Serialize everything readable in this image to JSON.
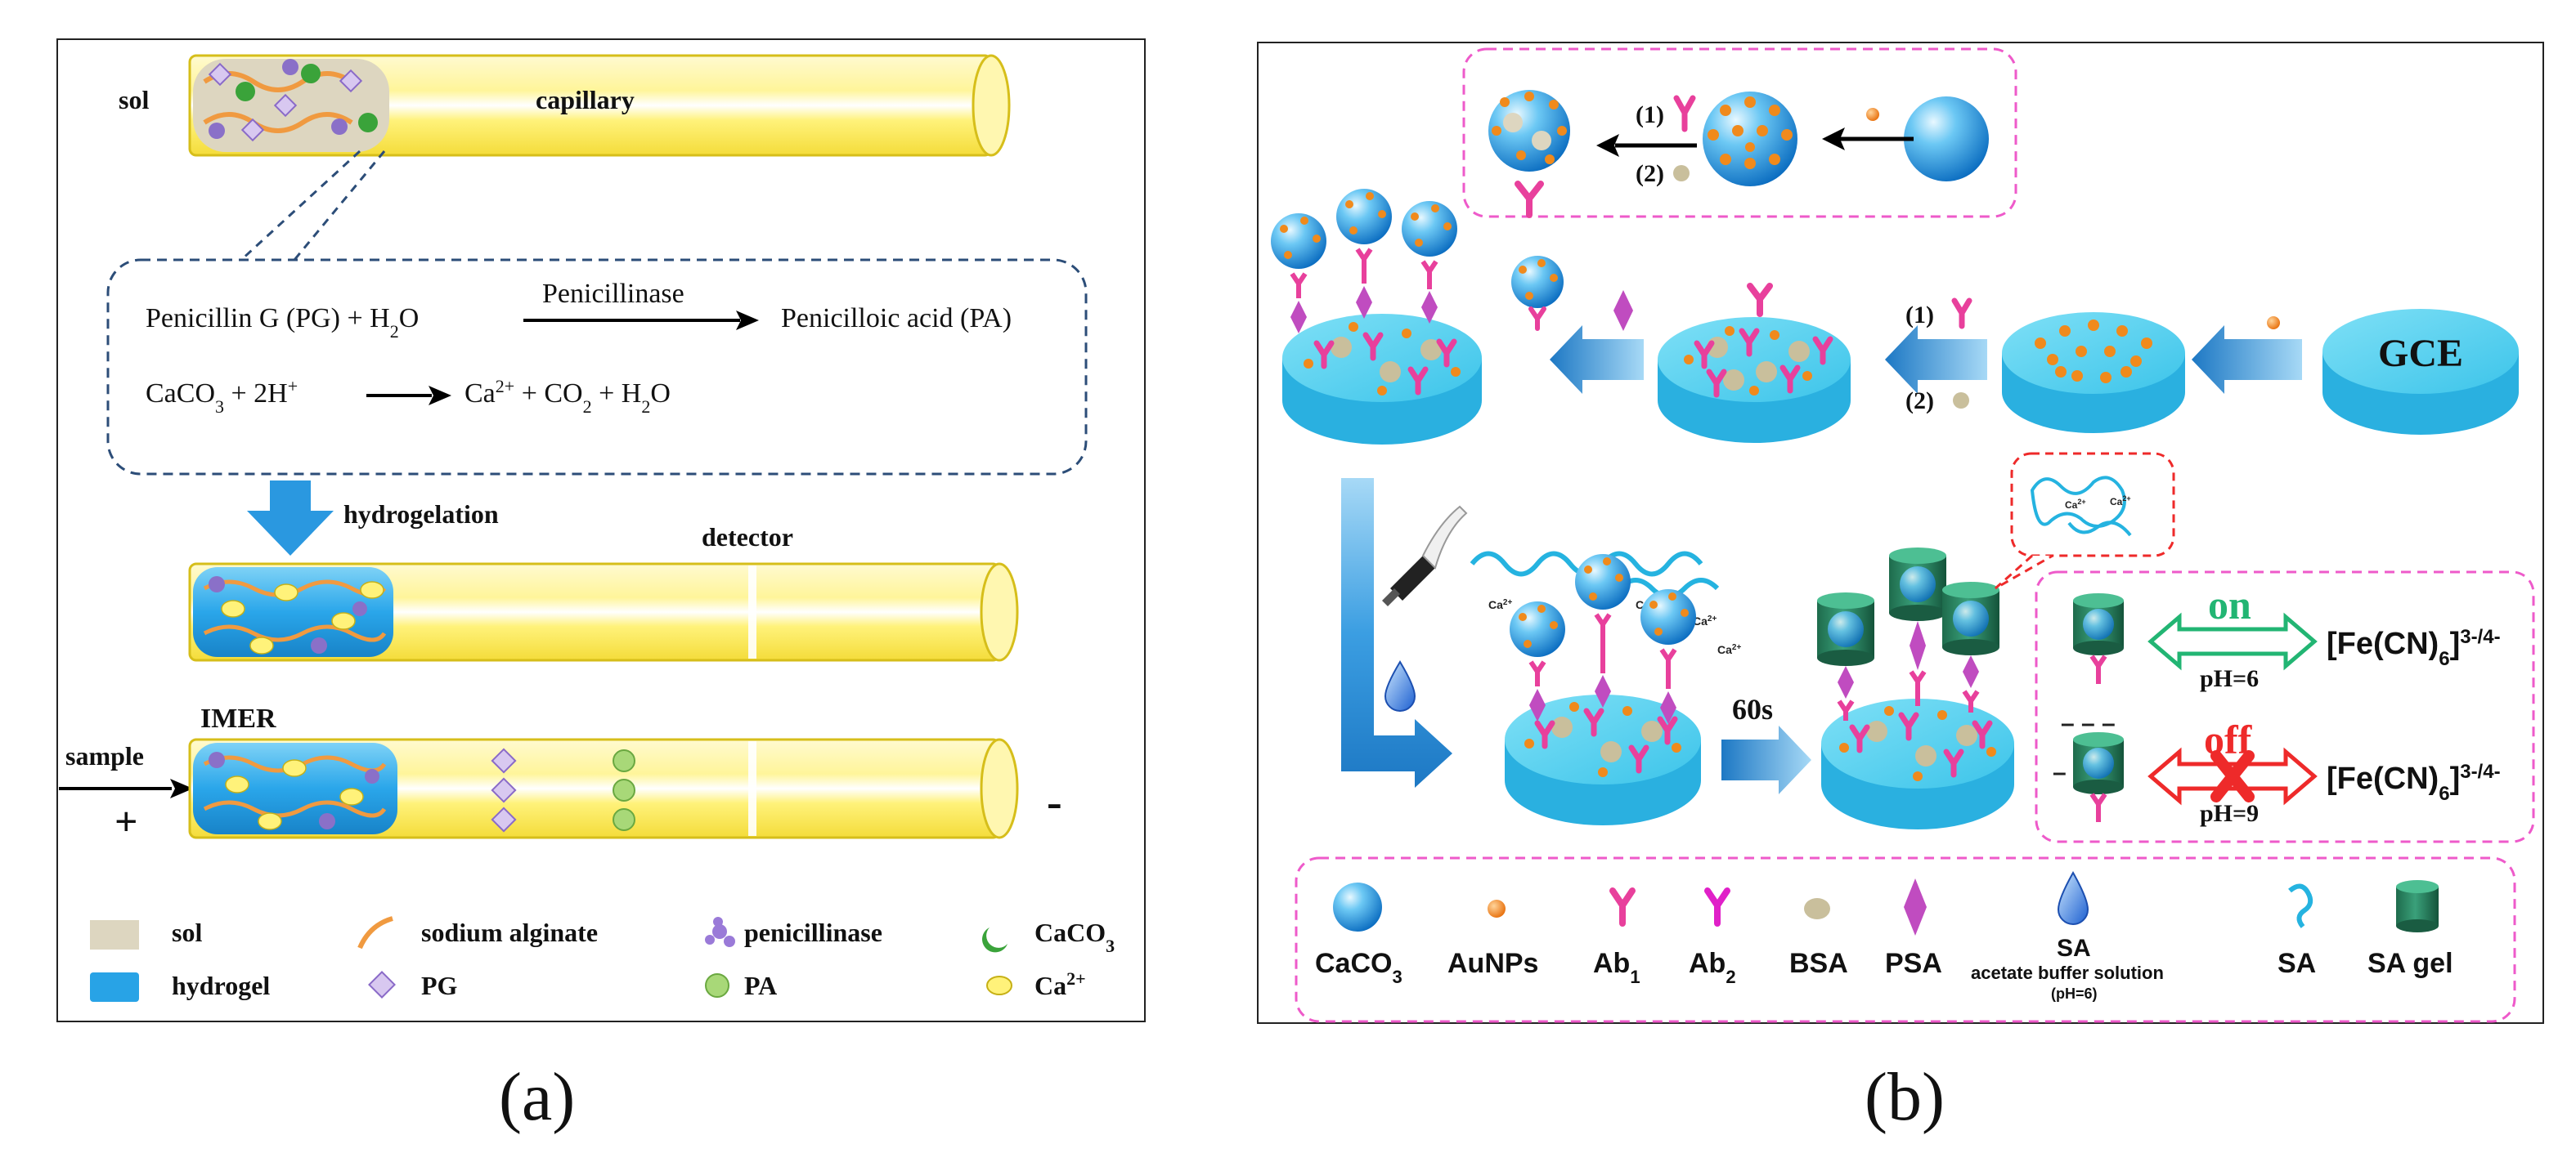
{
  "panel_a": {
    "caption": "(a)",
    "labels": {
      "sol": "sol",
      "capillary": "capillary",
      "hydrogelation": "hydrogelation",
      "detector": "detector",
      "imer": "IMER",
      "sample": "sample",
      "plus": "+",
      "minus": "-"
    },
    "reactions": {
      "r1_left": "Penicillin G (PG) + H",
      "r1_left_sub": "2",
      "r1_left_end": "O",
      "r1_enzyme": "Penicillinase",
      "r1_right": "Penicilloic acid (PA)",
      "r2_a": "CaCO",
      "r2_a_sub": "3",
      "r2_b": " + 2H",
      "r2_b_sup": "+",
      "r2_c": "Ca",
      "r2_c_sup": "2+",
      "r2_d": " + CO",
      "r2_d_sub": "2",
      "r2_e": " + H",
      "r2_e_sub": "2",
      "r2_f": "O"
    },
    "legend": {
      "sol": "sol",
      "hydrogel": "hydrogel",
      "sodium_alginate": "sodium alginate",
      "pg": "PG",
      "penicillinase": "penicillinase",
      "pa": "PA",
      "caco3": "CaCO",
      "caco3_sub": "3",
      "ca": "Ca",
      "ca_sup": "2+"
    }
  },
  "panel_b": {
    "caption": "(b)",
    "labels": {
      "step1": "(1)",
      "step2": "(2)",
      "gce": "GCE",
      "time": "60s",
      "on": "on",
      "off": "off",
      "fe_a": "[Fe(CN)",
      "fe_sub": "6",
      "fe_sup": "3-/4-",
      "fe_end": "]",
      "ph6": "pH=6",
      "ph9": "pH=9",
      "ca_ion": "Ca",
      "ca_ion_sup": "2+"
    },
    "legend": {
      "caco3": "CaCO",
      "caco3_sub": "3",
      "aunps": "AuNPs",
      "ab1": "Ab",
      "ab1_sub": "1",
      "ab2": "Ab",
      "ab2_sub": "2",
      "bsa": "BSA",
      "psa": "PSA",
      "sa_top": "SA",
      "sa_buffer": "acetate buffer solution",
      "sa_ph": "(pH=6)",
      "sa": "SA",
      "sa_gel": "SA gel"
    }
  },
  "colors": {
    "capillary": "#fff27a",
    "hydrogel": "#28a3e6",
    "sol": "#ddd6c0",
    "disc": "#3fc7ea",
    "gold": "#f08a1c",
    "pink": "#e8409c",
    "magenta_dash": "#ee5aca",
    "arrow_blue": "#2f8fd4",
    "on_green": "#22b573",
    "off_red": "#ee2a2a",
    "dark_blue_dash": "#2c4d78"
  }
}
